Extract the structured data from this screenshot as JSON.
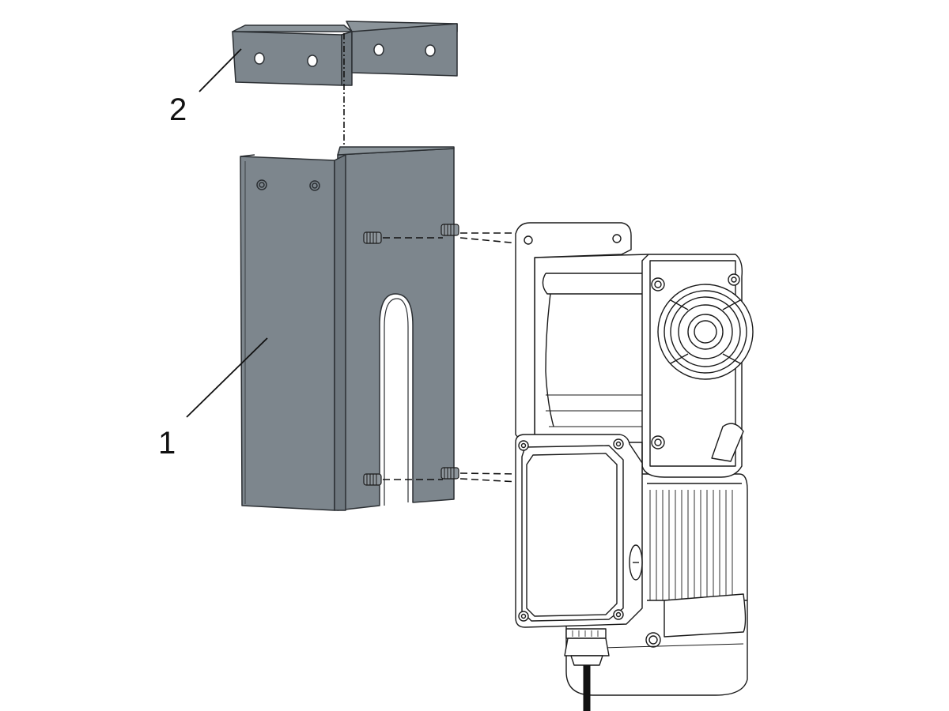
{
  "callouts": {
    "cover_label": "1",
    "bracket_label": "2"
  },
  "colors": {
    "sheet_metal": "#7d868d",
    "sheet_metal_shade": "#6f787f",
    "edge": "#2b2f33",
    "motor_fill": "#ffffff",
    "motor_line": "#1a1a1a",
    "dash": "#111111",
    "cable": "#111111"
  },
  "parts": [
    {
      "id": "1",
      "name": "cover"
    },
    {
      "id": "2",
      "name": "top-bracket"
    }
  ]
}
